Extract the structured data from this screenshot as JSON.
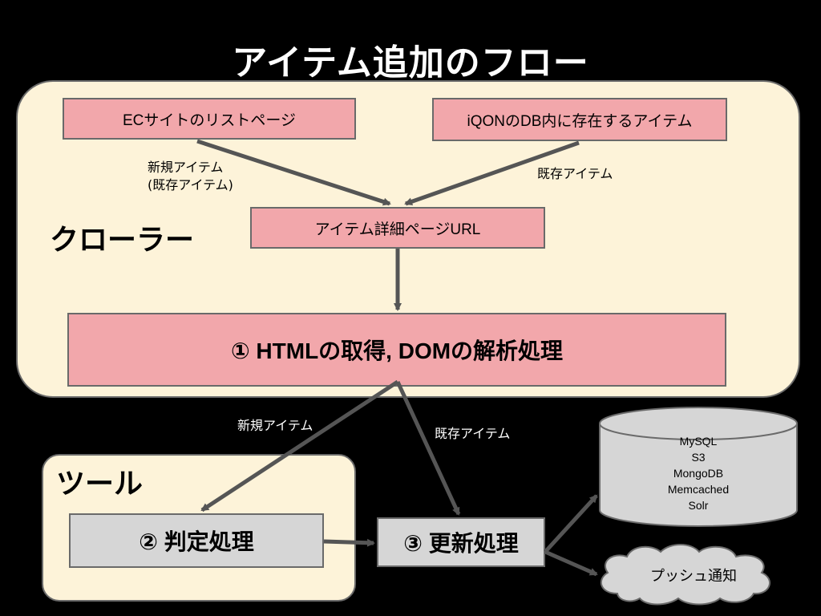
{
  "title": "アイテム追加のフロー",
  "crawler": {
    "label": "クローラー",
    "ec_box": "ECサイトのリストページ",
    "iqon_box": "iQONのDB内に存在するアイテム",
    "ec_note_line1": "新規アイテム",
    "ec_note_line2": "(既存アイテム)",
    "iqon_note": "既存アイテム",
    "url_box": "アイテム詳細ページURL",
    "step1": "① HTMLの取得, DOMの解析処理"
  },
  "tool": {
    "label": "ツール",
    "step2": "② 判定処理"
  },
  "step3": "③ 更新処理",
  "arrows": {
    "new_item": "新規アイテム",
    "existing_item": "既存アイテム"
  },
  "storage": {
    "items": [
      "MySQL",
      "S3",
      "MongoDB",
      "Memcached",
      "Solr"
    ]
  },
  "push": "プッシュ通知",
  "colors": {
    "panel": "#fdf3d9",
    "pink_box": "#f2a7ab",
    "gray_box": "#d6d6d6",
    "arrow": "#555555"
  }
}
